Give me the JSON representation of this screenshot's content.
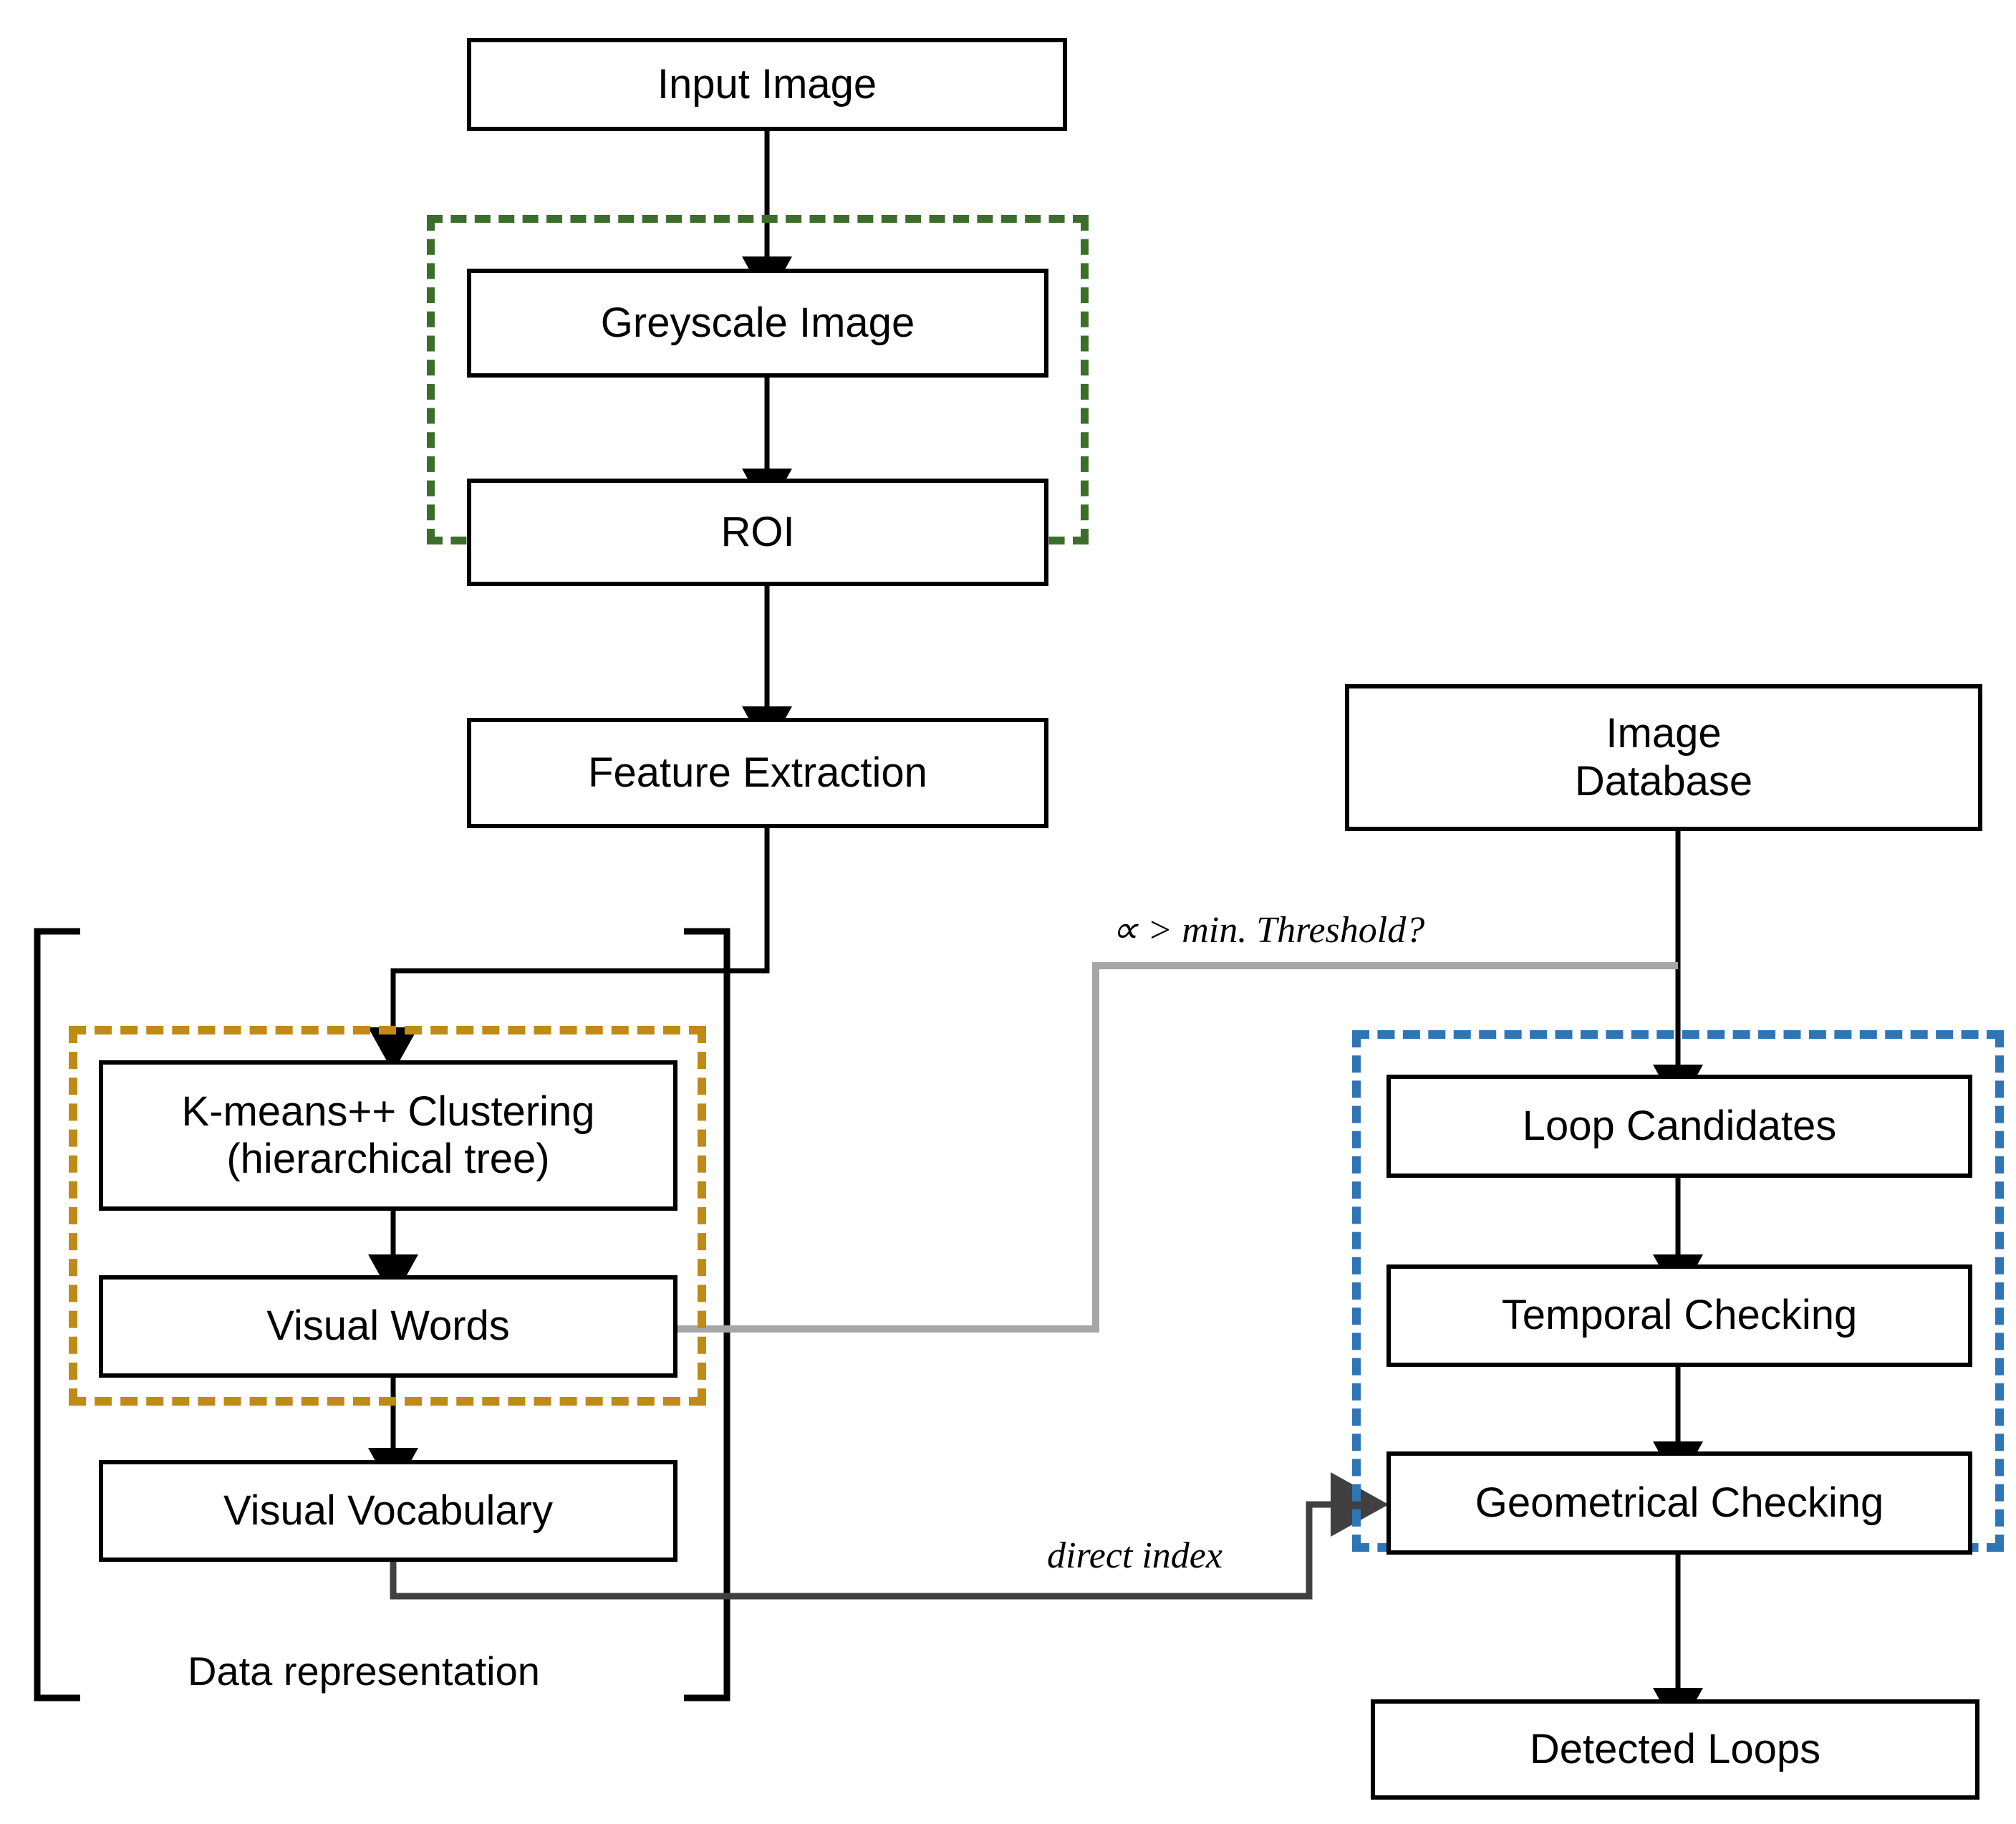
{
  "diagram": {
    "title": "Loop closure detection pipeline flowchart",
    "background": "#ffffff",
    "colors": {
      "box_border": "#000000",
      "preprocessing_group": "#3c6e2b",
      "vocabulary_group": "#c08a17",
      "loop_closure_group": "#2e75b6",
      "threshold_wire": "#a6a6a6",
      "direct_index_wire": "#404040",
      "arrow": "#000000"
    },
    "nodes": [
      {
        "id": "input-image",
        "label": "Input Image"
      },
      {
        "id": "greyscale-image",
        "label": "Greyscale Image"
      },
      {
        "id": "roi",
        "label": "ROI"
      },
      {
        "id": "feature-extraction",
        "label": "Feature Extraction"
      },
      {
        "id": "image-database",
        "label": "Image\nDatabase"
      },
      {
        "id": "kmeans-clustering",
        "label": "K-means++ Clustering\n(hierarchical tree)"
      },
      {
        "id": "visual-words",
        "label": "Visual Words"
      },
      {
        "id": "visual-vocabulary",
        "label": "Visual Vocabulary"
      },
      {
        "id": "loop-candidates",
        "label": "Loop Candidates"
      },
      {
        "id": "temporal-checking",
        "label": "Temporal Checking"
      },
      {
        "id": "geometrical-checking",
        "label": "Geometrical Checking"
      },
      {
        "id": "detected-loops",
        "label": "Detected Loops"
      }
    ],
    "groups": [
      {
        "id": "preprocessing-group",
        "style": "green-dashed",
        "contains": [
          "greyscale-image",
          "roi"
        ]
      },
      {
        "id": "vocabulary-group",
        "style": "gold-dashed",
        "contains": [
          "kmeans-clustering",
          "visual-words"
        ]
      },
      {
        "id": "loop-closure-group",
        "style": "blue-dashed",
        "contains": [
          "loop-candidates",
          "temporal-checking",
          "geometrical-checking"
        ]
      }
    ],
    "captions": [
      {
        "id": "data-representation-caption",
        "text": "Data representation"
      }
    ],
    "edge_labels": [
      {
        "id": "threshold-label",
        "text": "∝ > min. Threshold?"
      },
      {
        "id": "direct-index-label",
        "text": "direct index"
      }
    ],
    "edges": [
      {
        "from": "input-image",
        "to": "greyscale-image",
        "style": "solid-black-arrow"
      },
      {
        "from": "greyscale-image",
        "to": "roi",
        "style": "solid-black-arrow"
      },
      {
        "from": "roi",
        "to": "feature-extraction",
        "style": "solid-black-arrow"
      },
      {
        "from": "feature-extraction",
        "to": "kmeans-clustering",
        "style": "solid-black-arrow"
      },
      {
        "from": "kmeans-clustering",
        "to": "visual-words",
        "style": "solid-black-arrow"
      },
      {
        "from": "visual-words",
        "to": "visual-vocabulary",
        "style": "solid-black-arrow"
      },
      {
        "from": "visual-words",
        "to": "loop-candidates",
        "style": "grey-line",
        "label": "∝ > min. Threshold?"
      },
      {
        "from": "image-database",
        "to": "loop-candidates",
        "style": "solid-black-arrow"
      },
      {
        "from": "loop-candidates",
        "to": "temporal-checking",
        "style": "solid-black-arrow"
      },
      {
        "from": "temporal-checking",
        "to": "geometrical-checking",
        "style": "solid-black-arrow"
      },
      {
        "from": "visual-vocabulary",
        "to": "geometrical-checking",
        "style": "dark-grey-arrow",
        "label": "direct index"
      },
      {
        "from": "geometrical-checking",
        "to": "detected-loops",
        "style": "solid-black-arrow"
      }
    ]
  }
}
